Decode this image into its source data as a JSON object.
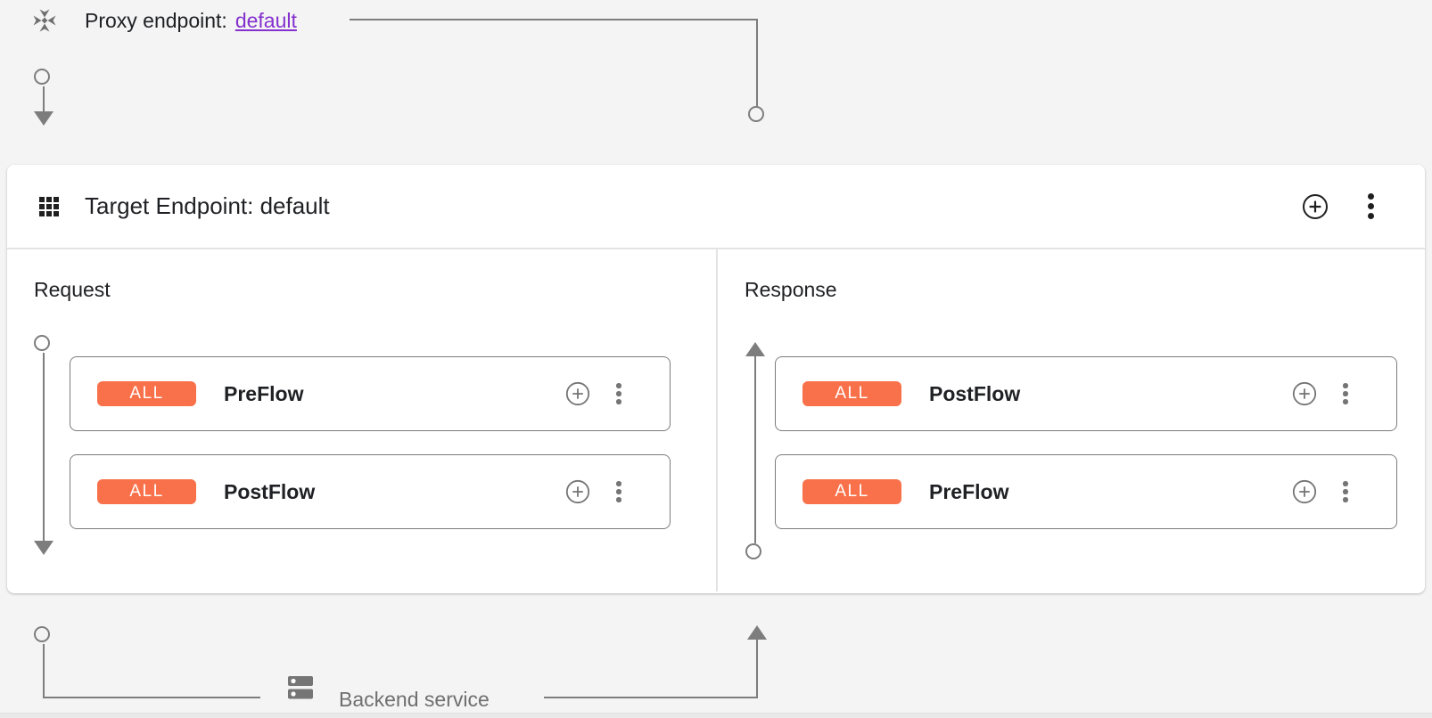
{
  "colors": {
    "badge_orange": "#f9714a",
    "link_purple": "#8430ce",
    "connector_gray": "#7d7d7d",
    "canvas_gray": "#f4f4f4"
  },
  "proxy_endpoint": {
    "icon": "proxy-endpoint-icon",
    "label": "Proxy endpoint:",
    "link_text": "default"
  },
  "target_endpoint": {
    "icon": "grid-icon",
    "title": "Target Endpoint: default",
    "header_actions": [
      {
        "icon": "add-circle-icon"
      },
      {
        "icon": "kebab-menu-icon"
      }
    ],
    "request": {
      "label": "Request",
      "flows": [
        {
          "badge": "ALL",
          "name": "PreFlow"
        },
        {
          "badge": "ALL",
          "name": "PostFlow"
        }
      ]
    },
    "response": {
      "label": "Response",
      "flows": [
        {
          "badge": "ALL",
          "name": "PostFlow"
        },
        {
          "badge": "ALL",
          "name": "PreFlow"
        }
      ]
    }
  },
  "backend": {
    "icon": "backend-service-icon",
    "label": "Backend service"
  }
}
